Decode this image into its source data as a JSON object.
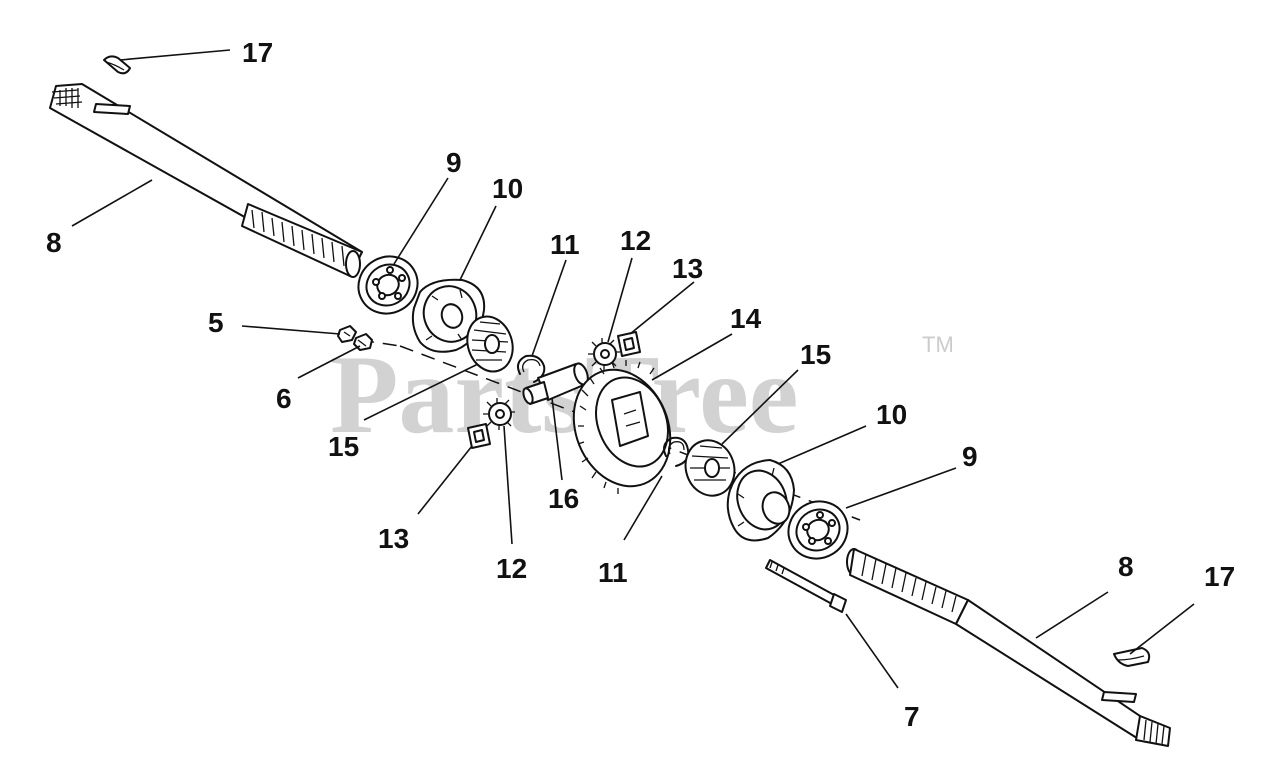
{
  "watermark": {
    "text": "PartsTree",
    "trademark": "TM"
  },
  "callouts": {
    "c17a": "17",
    "c8a": "8",
    "c9a": "9",
    "c10a": "10",
    "c11a": "11",
    "c12a": "12",
    "c13a": "13",
    "c14": "14",
    "c15a": "15",
    "c5": "5",
    "c6": "6",
    "c15b": "15",
    "c16": "16",
    "c13b": "13",
    "c12b": "12",
    "c11b": "11",
    "c10b": "10",
    "c9b": "9",
    "c8b": "8",
    "c17b": "17",
    "c7": "7"
  },
  "colors": {
    "ink": "#111111",
    "watermark": "#d2d2d2",
    "background": "#ffffff"
  }
}
